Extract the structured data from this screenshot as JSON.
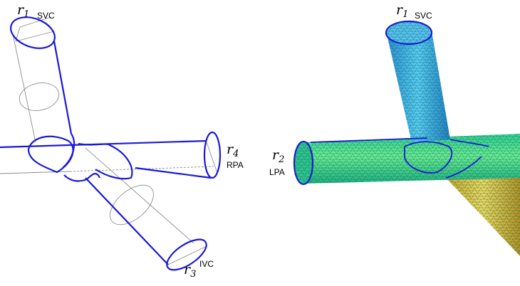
{
  "colors": {
    "outline_blue": "#1a1ad6",
    "hidden_gray": "#8c8c8c",
    "mesh_svc": "#39b6e6",
    "mesh_lpa": "#3ee08a",
    "mesh_ivc": "#e2c23a",
    "mesh_line": "#0f5a74"
  },
  "left_panel": {
    "labels": {
      "r1": {
        "main": "r",
        "sub": "1",
        "vessel": "SVC"
      },
      "r3": {
        "main": "r",
        "sub": "3",
        "vessel": "IVC"
      },
      "r4": {
        "main": "r",
        "sub": "4",
        "vessel": "RPA"
      }
    }
  },
  "right_panel": {
    "labels": {
      "r1": {
        "main": "r",
        "sub": "1",
        "vessel": "SVC"
      },
      "r2": {
        "main": "r",
        "sub": "2",
        "vessel": "LPA"
      }
    }
  }
}
